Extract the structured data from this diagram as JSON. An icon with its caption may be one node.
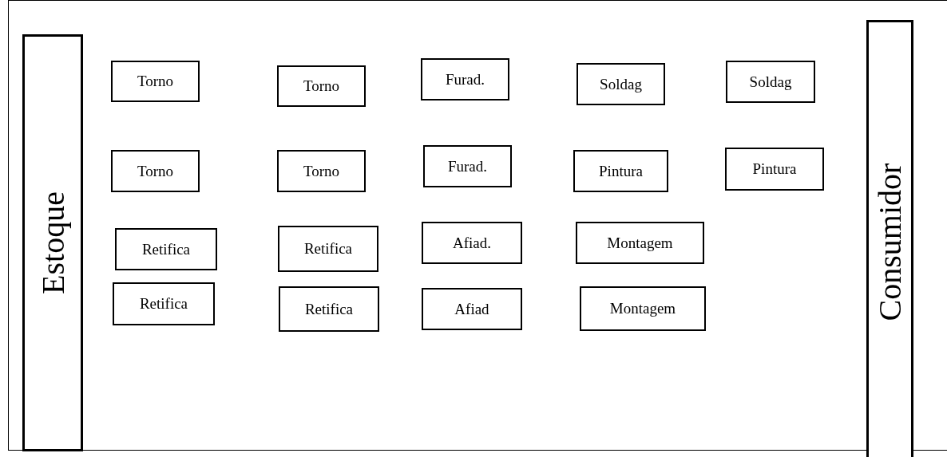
{
  "diagram": {
    "nodes": [
      {
        "text": [
          "Estoque"
        ]
      },
      {
        "text": [
          "Torno"
        ]
      },
      {
        "text": [
          "Torno"
        ]
      },
      {
        "text": [
          "Furad."
        ]
      },
      {
        "text": [
          "Soldag"
        ]
      },
      {
        "text": [
          "Soldag"
        ]
      },
      {
        "text": [
          "Torno"
        ]
      },
      {
        "text": [
          "Torno"
        ]
      },
      {
        "text": [
          "Furad."
        ]
      },
      {
        "text": [
          "Pintura"
        ]
      },
      {
        "text": [
          "Pintura"
        ]
      },
      {
        "text": [
          "Retifica"
        ]
      },
      {
        "text": [
          "Retifica"
        ]
      },
      {
        "text": [
          "Afiad."
        ]
      },
      {
        "text": [
          "Montagem"
        ]
      },
      {
        "text": [
          "Retifica"
        ]
      },
      {
        "text": [
          "Retifica"
        ]
      },
      {
        "text": [
          "Afiad"
        ]
      },
      {
        "text": [
          "Montagem"
        ]
      },
      {
        "text": [
          "Consumidor"
        ]
      }
    ]
  }
}
